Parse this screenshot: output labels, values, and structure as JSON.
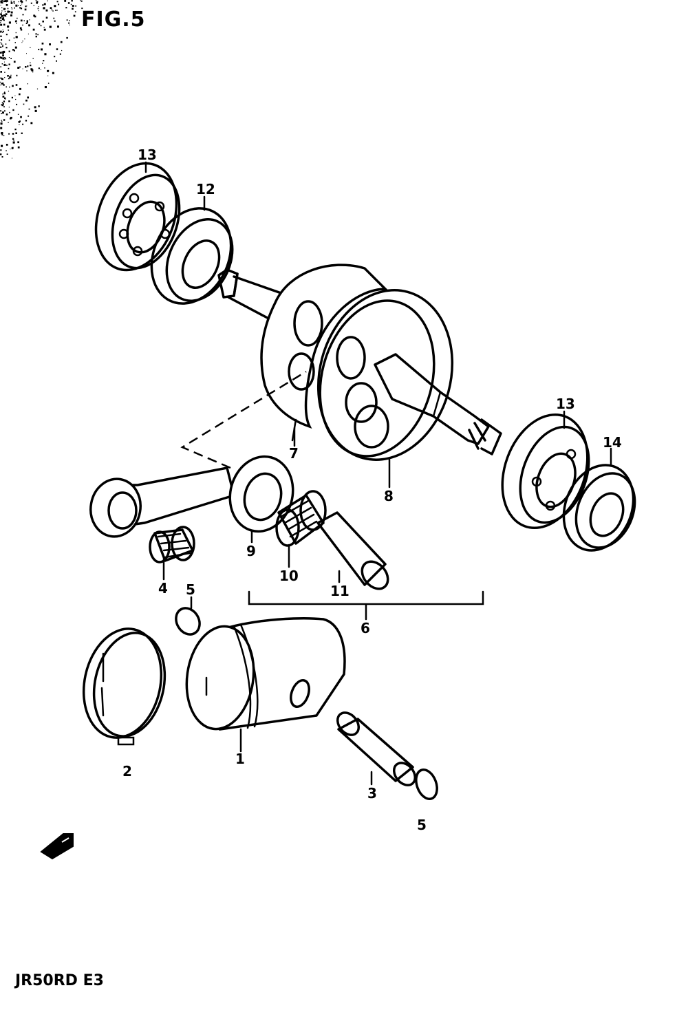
{
  "figure": {
    "title": "FIG.5",
    "footer": "JR50RD E3"
  },
  "callouts": {
    "c1": "1",
    "c2": "2",
    "c3": "3",
    "c4": "4",
    "c5a": "5",
    "c5b": "5",
    "c6": "6",
    "c7": "7",
    "c8": "8",
    "c9": "9",
    "c10": "10",
    "c11": "11",
    "c12": "12",
    "c13a": "13",
    "c13b": "13",
    "c14": "14"
  },
  "icons": {
    "front": "front-arrow-icon"
  },
  "colors": {
    "ink": "#000000",
    "paper": "#ffffff"
  }
}
